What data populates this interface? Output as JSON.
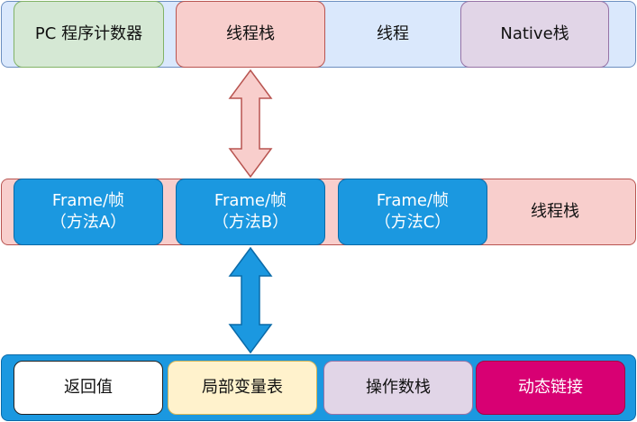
{
  "thread": {
    "pc_counter": "PC 程序计数器",
    "thread_stack": "线程栈",
    "label": "线程",
    "native_stack": "Native栈"
  },
  "stack": {
    "frames": [
      {
        "line1": "Frame/帧",
        "line2": "（方法A）"
      },
      {
        "line1": "Frame/帧",
        "line2": "（方法B）"
      },
      {
        "line1": "Frame/帧",
        "line2": "（方法C）"
      }
    ],
    "label": "线程栈"
  },
  "frame": {
    "return_value": "返回值",
    "local_variable_table": "局部变量表",
    "operand_stack": "操作数栈",
    "dynamic_linking": "动态链接"
  },
  "colors": {
    "thread_bg": "#dae8fc",
    "pc_bg": "#d5e8d4",
    "stack_bg": "#f8cecc",
    "native_bg": "#e1d5e7",
    "frame_blue": "#1b98e0",
    "local_var_bg": "#fff2cc",
    "dynamic_link_bg": "#d80073"
  }
}
